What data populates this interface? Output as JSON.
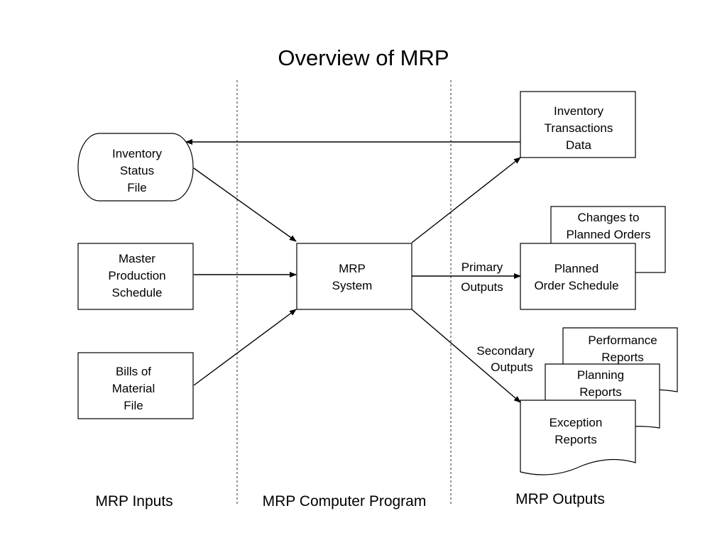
{
  "title": "Overview of MRP",
  "sections": {
    "inputs": "MRP Inputs",
    "program": "MRP Computer Program",
    "outputs": "MRP Outputs"
  },
  "inputs": {
    "inventory_status_file": [
      "Inventory",
      "Status",
      "File"
    ],
    "master_production_schedule": [
      "Master",
      "Production",
      "Schedule"
    ],
    "bills_of_material_file": [
      "Bills of",
      "Material",
      "File"
    ]
  },
  "system": [
    "MRP",
    "System"
  ],
  "outputs": {
    "inventory_transactions_data": [
      "Inventory",
      "Transactions",
      "Data"
    ],
    "changes_to_planned_orders": [
      "Changes to",
      "Planned Orders"
    ],
    "planned_order_schedule": [
      "Planned",
      "Order Schedule"
    ],
    "performance_reports": [
      "Performance",
      "Reports"
    ],
    "planning_reports": [
      "Planning",
      "Reports"
    ],
    "exception_reports": [
      "Exception",
      "Reports"
    ]
  },
  "arrow_labels": {
    "primary": [
      "Primary",
      "Outputs"
    ],
    "secondary": [
      "Secondary",
      "Outputs"
    ]
  }
}
